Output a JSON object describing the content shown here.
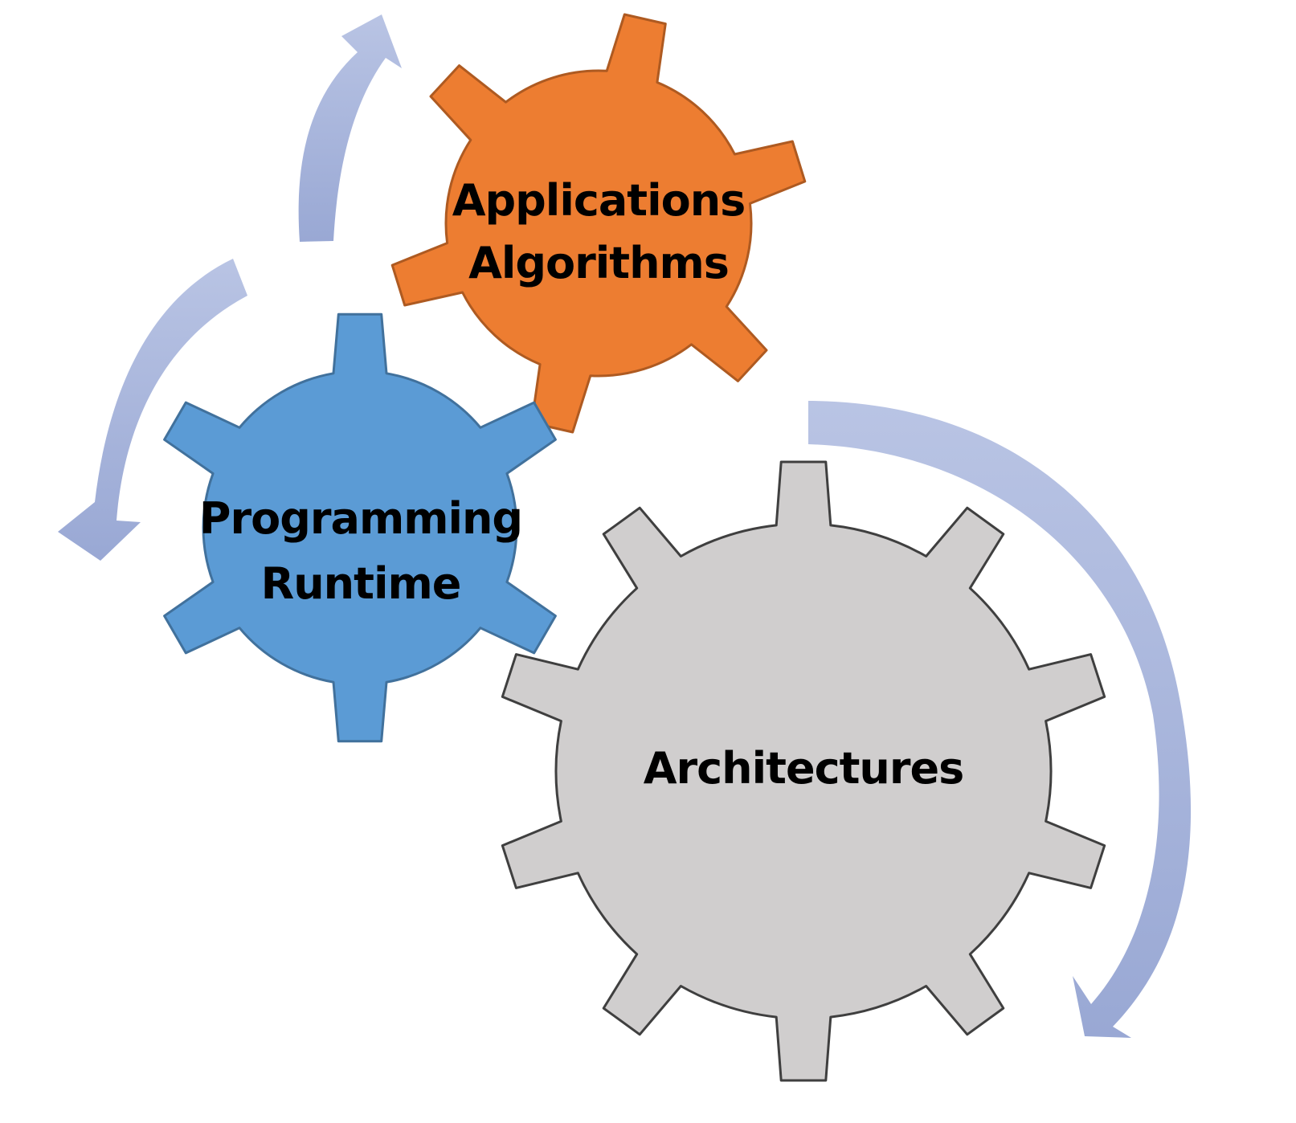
{
  "colors": {
    "arrow_light": "#b9c4e4",
    "arrow_dark": "#99a8d4",
    "background": "#ffffff"
  },
  "gears": [
    {
      "id": "applications",
      "lines": [
        "Applications",
        "Algorithms"
      ],
      "fill": "#ed7d31",
      "stroke": "#ae5a21",
      "teeth": 6
    },
    {
      "id": "programming",
      "lines": [
        "Programming",
        "Runtime"
      ],
      "fill": "#5b9bd5",
      "stroke": "#41719c",
      "teeth": 6
    },
    {
      "id": "architectures",
      "lines": [
        "Architectures"
      ],
      "fill": "#d0cece",
      "stroke": "#3f3f3f",
      "teeth": 10
    }
  ]
}
